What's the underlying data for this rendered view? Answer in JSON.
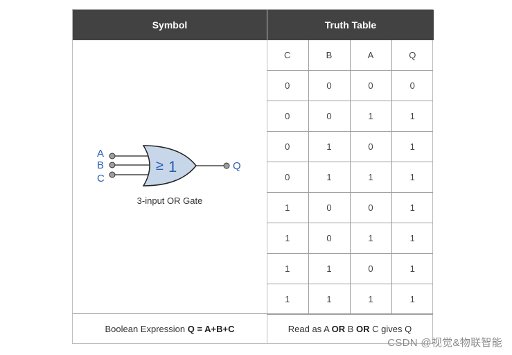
{
  "headers": {
    "symbol": "Symbol",
    "truth_table": "Truth Table"
  },
  "gate": {
    "inputs": [
      "A",
      "B",
      "C"
    ],
    "output": "Q",
    "symbol_geq": "≥",
    "symbol_one": "1",
    "caption": "3-input OR Gate",
    "fill_color": "#c8d6ea",
    "label_color": "#2a5db0"
  },
  "truth_table": {
    "columns": [
      "C",
      "B",
      "A",
      "Q"
    ],
    "rows": [
      [
        "0",
        "0",
        "0",
        "0"
      ],
      [
        "0",
        "0",
        "1",
        "1"
      ],
      [
        "0",
        "1",
        "0",
        "1"
      ],
      [
        "0",
        "1",
        "1",
        "1"
      ],
      [
        "1",
        "0",
        "0",
        "1"
      ],
      [
        "1",
        "0",
        "1",
        "1"
      ],
      [
        "1",
        "1",
        "0",
        "1"
      ],
      [
        "1",
        "1",
        "1",
        "1"
      ]
    ]
  },
  "footer": {
    "boolean_prefix": "Boolean Expression ",
    "boolean_expr": "Q = A+B+C",
    "read_prefix": "Read as A ",
    "read_or1": "OR",
    "read_mid": " B ",
    "read_or2": "OR",
    "read_suffix": " C gives Q"
  },
  "watermark": "CSDN @视觉&物联智能"
}
